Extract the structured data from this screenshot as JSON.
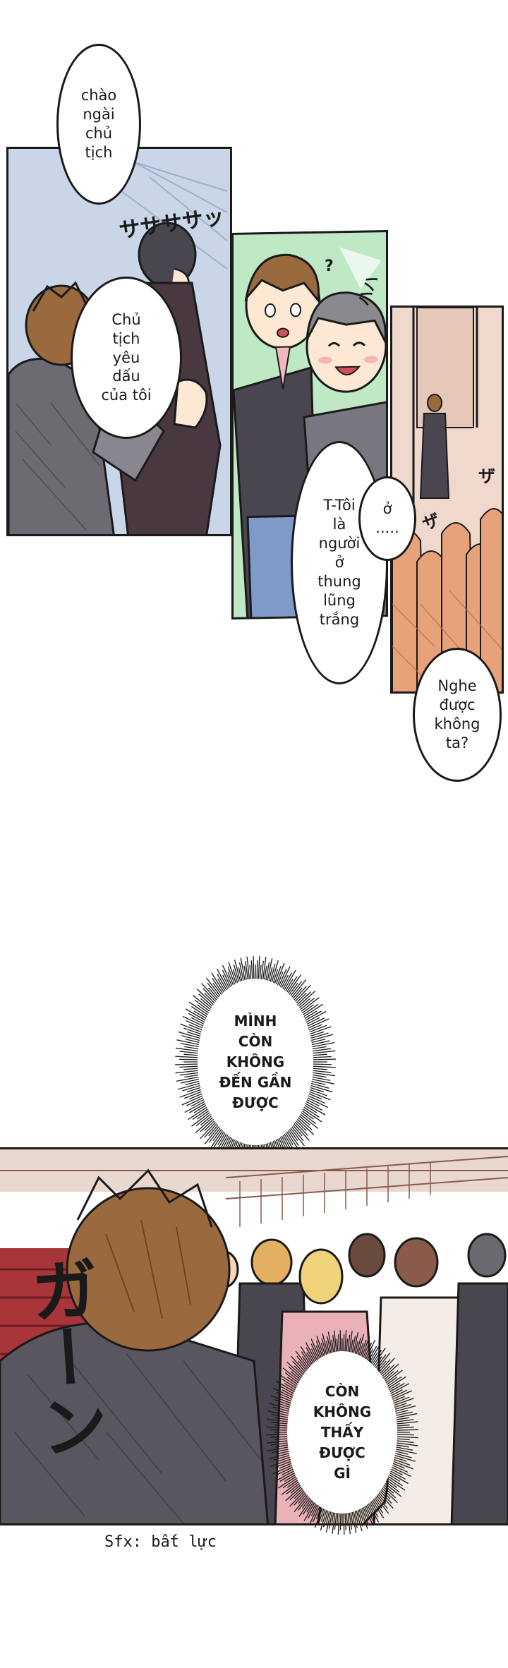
{
  "bubbles": {
    "greeting": "chào\nngài\nchủ\ntịch",
    "beloved": "Chủ\ntịch\nyêu\ndấu\ncủa tôi",
    "white_valley": "T-Tôi\nlà\nngười\nở\nthung\nlũng\ntrắng",
    "huh": "ở\n.....",
    "hear": "Nghe\nđược\nkhông\nta?",
    "cant_get_close": "MÌNH\nCÒN\nKHÔNG\nĐẾN GẦN\nĐƯỢC",
    "cant_see": "CÒN\nKHÔNG\nTHẤY\nĐƯỢC\nGÌ"
  },
  "sfx": {
    "rush": "ササササッ",
    "haha": "ハハ",
    "question": "?",
    "crowd_a": "ザ",
    "crowd_b": "ザ",
    "ga_n": "ガーン",
    "note": "Sfx: bất lực"
  },
  "colors": {
    "ink": "#1a1a1a",
    "panel1_bg": "#c8d6e8",
    "panel2_bg": "#bfe8c4",
    "panel3_bg": "#f0d8cc",
    "hair_brown": "#9a6a3e",
    "suit_gray": "#6e6a72",
    "suit_dark": "#4a3840",
    "shirt_pink": "#f2b8c0",
    "skin": "#fde8d4",
    "carpet_red": "#a8353a",
    "crowd_orange": "#e8a27a",
    "dress_pink": "#eab2b8"
  }
}
